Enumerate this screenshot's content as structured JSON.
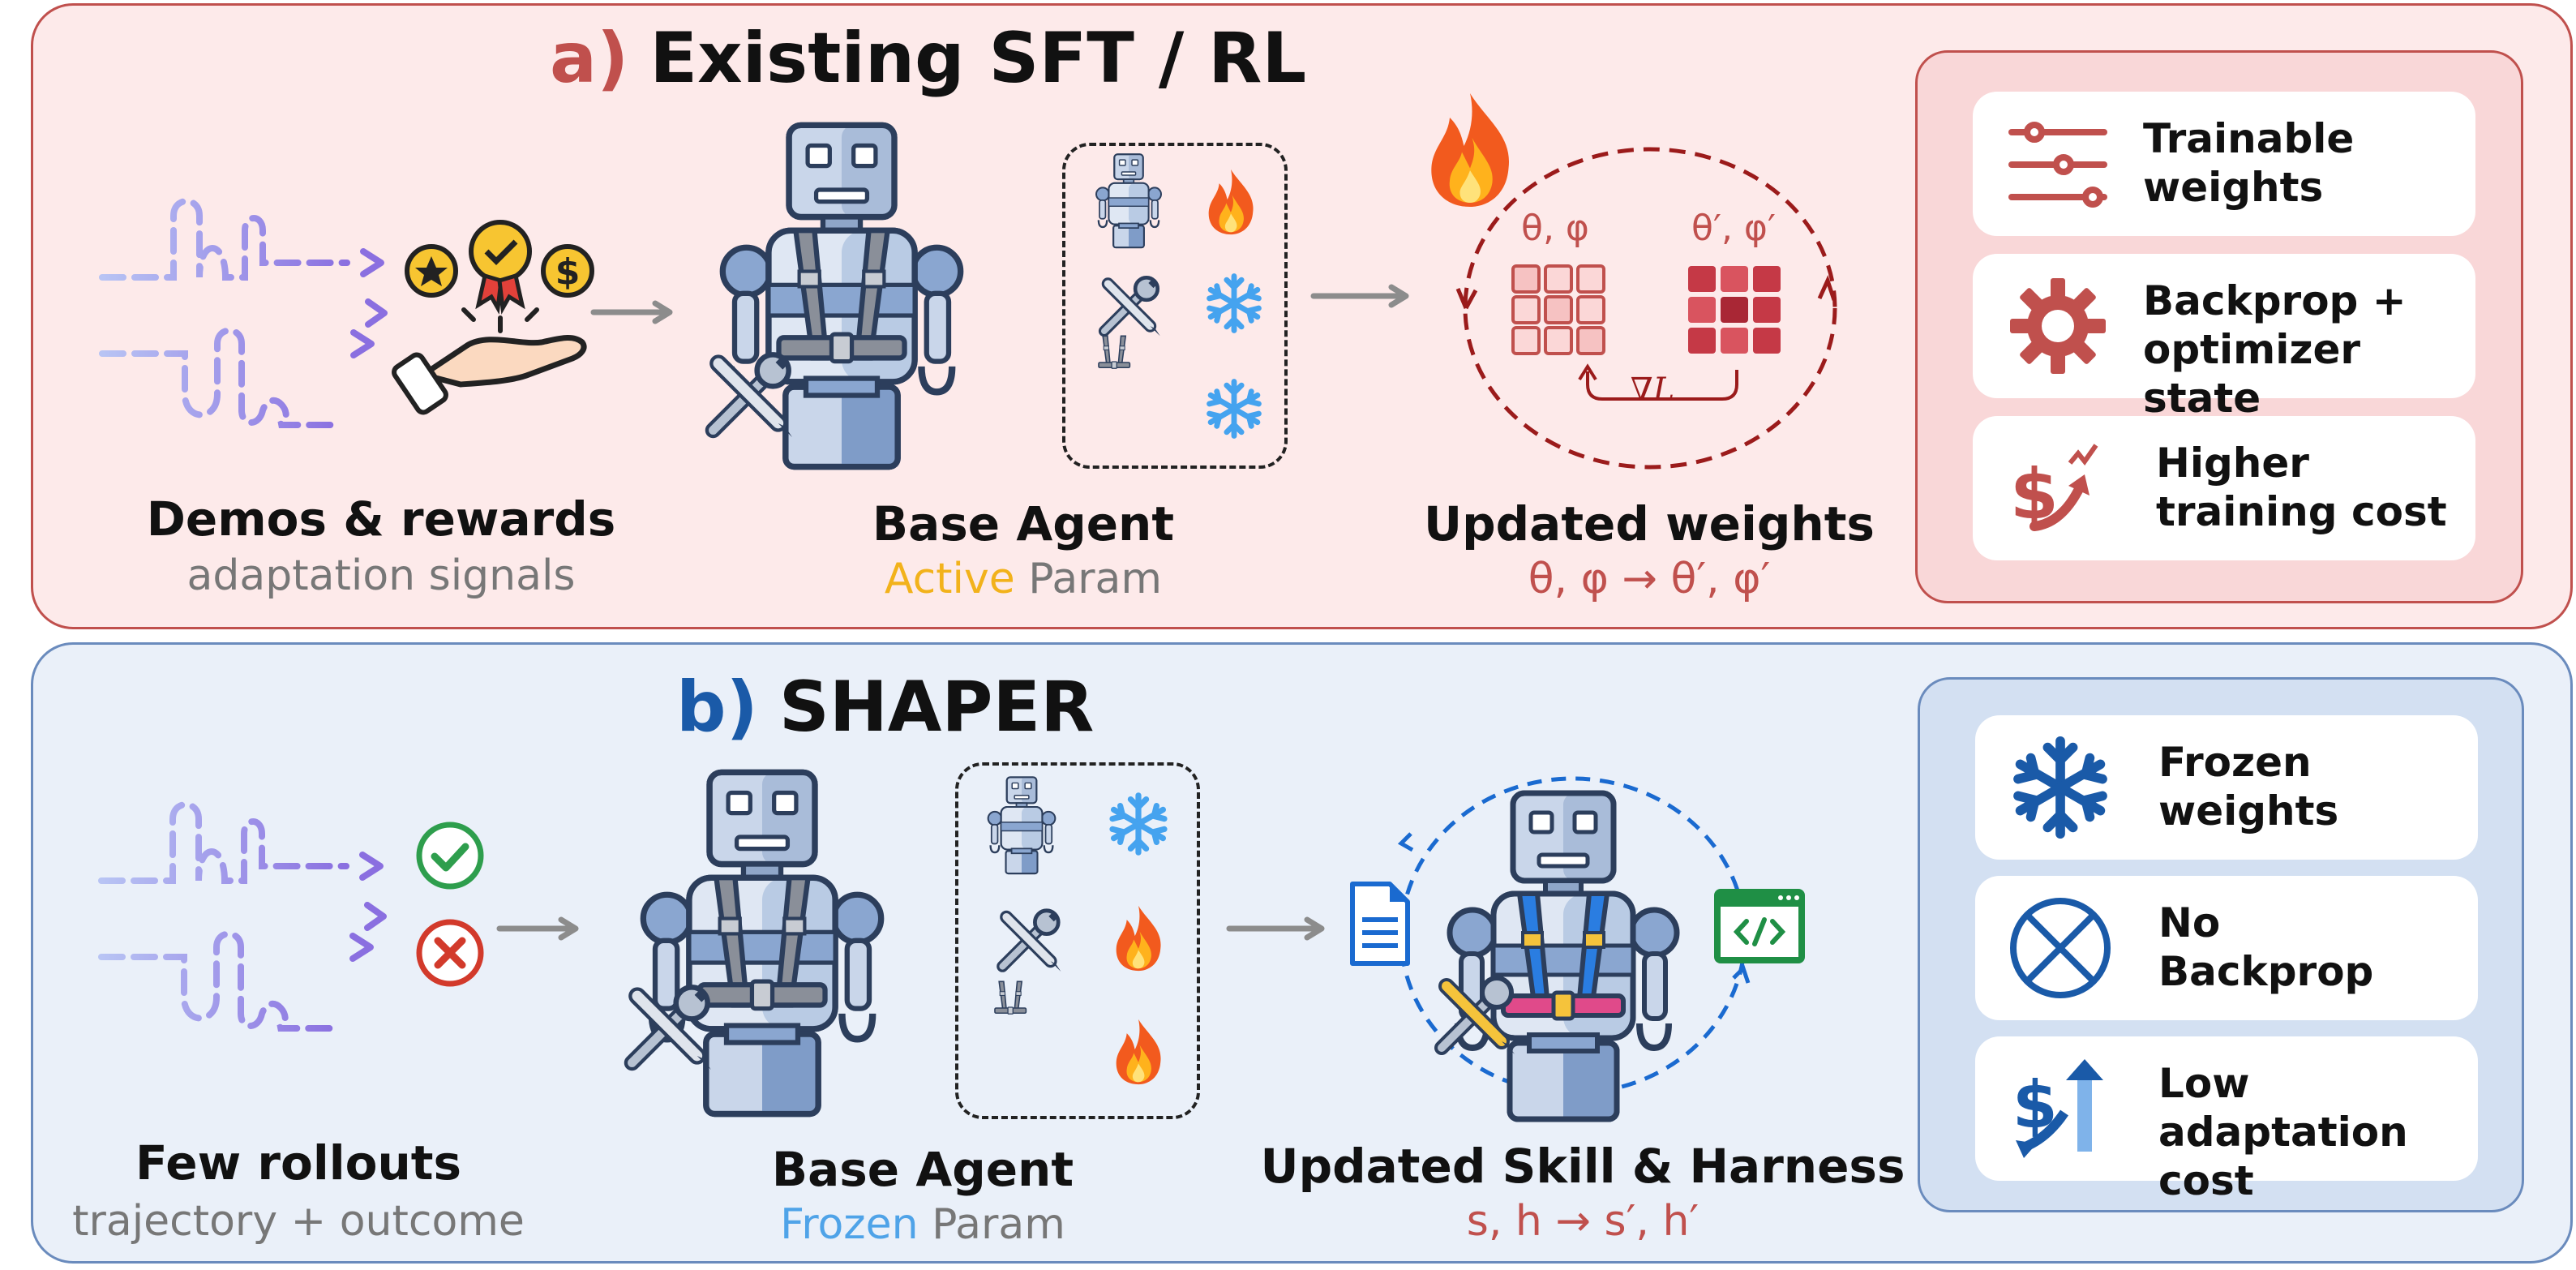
{
  "panel_a": {
    "title_label": "a)",
    "title_text": "Existing SFT / RL",
    "signals": {
      "label": "Demos & rewards",
      "sublabel": "adaptation signals"
    },
    "agent": {
      "label": "Base Agent",
      "sub_highlight": "Active",
      "sub_rest": " Param"
    },
    "update": {
      "label": "Updated weights",
      "formula": "θ, φ → θ′, φ′",
      "matrix_left_label": "θ, φ",
      "matrix_right_label": "θ′, φ′",
      "gradient_label": "∇L"
    },
    "side": [
      {
        "icon": "sliders-icon",
        "line1": "Trainable",
        "line2": "weights"
      },
      {
        "icon": "gear-icon",
        "line1": "Backprop +",
        "line2": "optimizer state"
      },
      {
        "icon": "rising-cost-icon",
        "line1": "Higher",
        "line2": "training cost"
      }
    ]
  },
  "panel_b": {
    "title_label": "b)",
    "title_text": "SHAPER",
    "signals": {
      "label": "Few rollouts",
      "sublabel": "trajectory + outcome"
    },
    "agent": {
      "label": "Base Agent",
      "sub_highlight": "Frozen",
      "sub_rest": " Param"
    },
    "update": {
      "label": "Updated Skill & Harness",
      "formula": "s, h → s′, h′"
    },
    "side": [
      {
        "icon": "snowflake-icon",
        "line1": "Frozen",
        "line2": "weights"
      },
      {
        "icon": "crossed-circle-icon",
        "line1": "No",
        "line2": "Backprop"
      },
      {
        "icon": "falling-cost-icon",
        "line1": "Low",
        "line2": "adaptation cost"
      }
    ]
  },
  "colors": {
    "red_accent": "#c0504d",
    "blue_accent": "#1a5aa8",
    "active_yellow": "#f2b21b",
    "frozen_blue": "#4fa3e8",
    "panel_a_bg": "#fdeaea",
    "panel_b_bg": "#eaf0f9"
  }
}
